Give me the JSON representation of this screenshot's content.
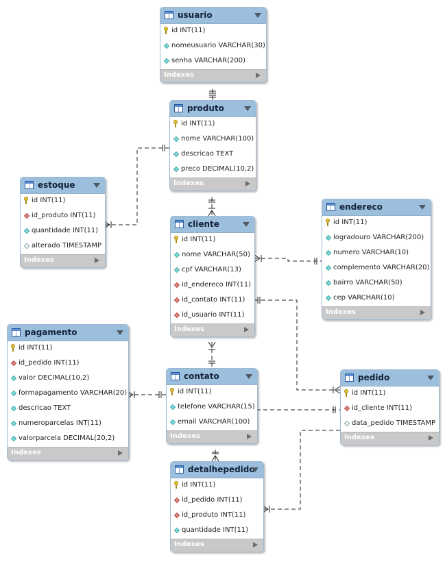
{
  "diagram": {
    "indexes_label": "Indexes",
    "colors": {
      "header": "#9bbfdc",
      "indexes": "#c9c9c9",
      "line": "#222222"
    },
    "icons": {
      "pk": "key-icon",
      "fk": "foreign-key-diamond-icon",
      "attr": "column-diamond-icon"
    },
    "tables": [
      {
        "id": "usuario",
        "name": "usuario",
        "columns": [
          {
            "kind": "pk",
            "name": "id INT(11)"
          },
          {
            "kind": "attr",
            "name": "nomeusuario VARCHAR(30)"
          },
          {
            "kind": "attr",
            "name": "senha VARCHAR(200)"
          }
        ]
      },
      {
        "id": "produto",
        "name": "produto",
        "columns": [
          {
            "kind": "pk",
            "name": "id INT(11)"
          },
          {
            "kind": "attr",
            "name": "nome VARCHAR(100)"
          },
          {
            "kind": "attr",
            "name": "descricao TEXT"
          },
          {
            "kind": "attr",
            "name": "preco DECIMAL(10,2)"
          }
        ]
      },
      {
        "id": "estoque",
        "name": "estoque",
        "columns": [
          {
            "kind": "pk",
            "name": "id INT(11)"
          },
          {
            "kind": "fk",
            "name": "id_produto INT(11)"
          },
          {
            "kind": "attr",
            "name": "quantidade INT(11)"
          },
          {
            "kind": "attr-empty",
            "name": "alterado TIMESTAMP"
          }
        ]
      },
      {
        "id": "endereco",
        "name": "endereco",
        "columns": [
          {
            "kind": "pk",
            "name": "id INT(11)"
          },
          {
            "kind": "attr",
            "name": "logradouro VARCHAR(200)"
          },
          {
            "kind": "attr",
            "name": "numero VARCHAR(10)"
          },
          {
            "kind": "attr",
            "name": "complemento VARCHAR(20)"
          },
          {
            "kind": "attr",
            "name": "bairro VARCHAR(50)"
          },
          {
            "kind": "attr",
            "name": "cep VARCHAR(10)"
          }
        ]
      },
      {
        "id": "cliente",
        "name": "cliente",
        "columns": [
          {
            "kind": "pk",
            "name": "id INT(11)"
          },
          {
            "kind": "attr",
            "name": "nome VARCHAR(50)"
          },
          {
            "kind": "attr",
            "name": "cpf VARCHAR(13)"
          },
          {
            "kind": "fk",
            "name": "id_endereco INT(11)"
          },
          {
            "kind": "fk",
            "name": "id_contato INT(11)"
          },
          {
            "kind": "fk",
            "name": "id_usuario INT(11)"
          }
        ]
      },
      {
        "id": "pagamento",
        "name": "pagamento",
        "columns": [
          {
            "kind": "pk",
            "name": "id INT(11)"
          },
          {
            "kind": "fk",
            "name": "id_pedido INT(11)"
          },
          {
            "kind": "attr",
            "name": "valor DECIMAL(10,2)"
          },
          {
            "kind": "attr",
            "name": "formapagamento VARCHAR(20)"
          },
          {
            "kind": "attr",
            "name": "descricao TEXT"
          },
          {
            "kind": "attr",
            "name": "numeroparcelas INT(11)"
          },
          {
            "kind": "attr",
            "name": "valorparcela DECIMAL(20,2)"
          }
        ]
      },
      {
        "id": "contato",
        "name": "contato",
        "columns": [
          {
            "kind": "pk",
            "name": "id INT(11)"
          },
          {
            "kind": "attr",
            "name": "telefone VARCHAR(15)"
          },
          {
            "kind": "attr",
            "name": "email VARCHAR(100)"
          }
        ]
      },
      {
        "id": "pedido",
        "name": "pedido",
        "columns": [
          {
            "kind": "pk",
            "name": "id INT(11)"
          },
          {
            "kind": "fk",
            "name": "id_cliente INT(11)"
          },
          {
            "kind": "attr-empty",
            "name": "data_pedido TIMESTAMP"
          }
        ]
      },
      {
        "id": "detalhepedido",
        "name": "detalhepedido",
        "columns": [
          {
            "kind": "pk",
            "name": "id INT(11)"
          },
          {
            "kind": "fk",
            "name": "id_pedido INT(11)"
          },
          {
            "kind": "fk",
            "name": "id_produto INT(11)"
          },
          {
            "kind": "attr",
            "name": "quantidade INT(11)"
          }
        ]
      }
    ],
    "relationships": [
      {
        "from": "usuario",
        "to": "produto",
        "notation": "one-to-one"
      },
      {
        "from": "produto",
        "to": "estoque",
        "notation": "one-to-many"
      },
      {
        "from": "produto",
        "to": "cliente",
        "notation": "one-to-many"
      },
      {
        "from": "endereco",
        "to": "cliente",
        "notation": "one-to-many"
      },
      {
        "from": "contato",
        "to": "cliente",
        "notation": "one-to-many"
      },
      {
        "from": "cliente",
        "to": "pedido",
        "notation": "one-to-many"
      },
      {
        "from": "contato",
        "to": "pagamento",
        "notation": "one-to-many"
      },
      {
        "from": "contato",
        "to": "detalhepedido",
        "notation": "one-to-many"
      },
      {
        "from": "pedido",
        "to": "contato",
        "notation": "one-to-one"
      },
      {
        "from": "pedido",
        "to": "detalhepedido",
        "notation": "one-to-many"
      }
    ]
  }
}
